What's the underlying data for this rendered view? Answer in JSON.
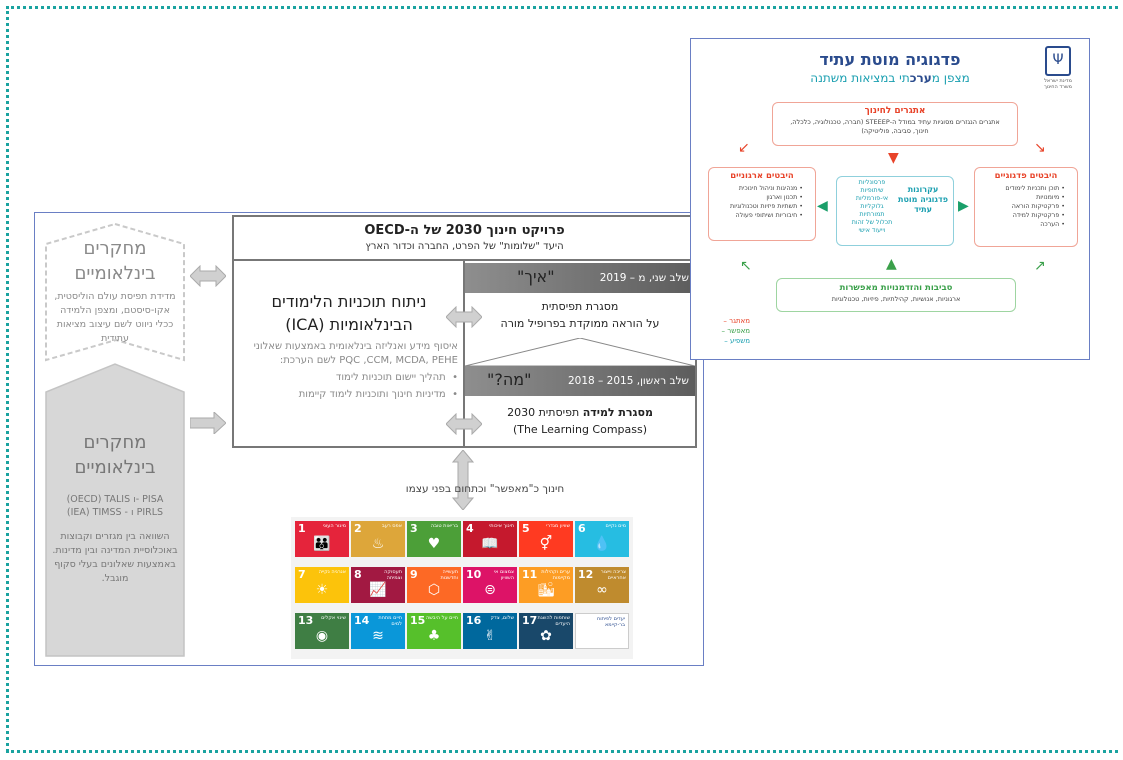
{
  "left_top_box": {
    "title": "מחקרים בינלאומיים",
    "body": "מדידת תפיסת עולם הוליסטית, אקו-סיסטם, ומצפן הלמידה ככלי ניווט לשם עיצוב מציאות עתידית"
  },
  "left_bottom_box": {
    "title": "מחקרים בינלאומיים",
    "line1": "(OECD) TALIS ו- PISA",
    "line2": "(IEA) TIMSS - ו PIRLS",
    "body": "השוואה בין מגזרים וקבוצות באוכלוסיית המדינה ובין מדינות. באמצעות שאלונים בעלי סקוף מוגבל."
  },
  "header": {
    "title": "פרויקט חינוך 2030 של ה-OECD",
    "subtitle": "היעד \"שלומות\" של הפרט, החברה וכדור הארץ"
  },
  "middle": {
    "title": "ניתוח תוכניות הלימודים הבינלאומיות (ICA)",
    "body": "איסוף מידע ואנליזה בינלאומית באמצעות שאלוני PQC ,CCM, MCDA, PEHE לשם הערכת:",
    "bullets": [
      "תהליך יישום תוכניות לימוד",
      "מדיניות חינוך ותוכניות לימוד קיימות"
    ]
  },
  "stage2": {
    "label": "שלב שני, מ – 2019",
    "tag": "\"איך\"",
    "line1": "מסגרת תפיסתית",
    "line2": "על הוראה ממוקדת בפרופיל מורה"
  },
  "stage1": {
    "label": "שלב ראשון, 2015 – 2018",
    "tag": "\"מה?\"",
    "line1_bold": "מסגרת למידה",
    "line1_rest": "תפיסתית 2030",
    "line2": "(The Learning Compass)"
  },
  "enabler": {
    "text": "חינוך כ\"מאפשר\" וכתחום בפני עצמו"
  },
  "sdgs": [
    {
      "n": "1",
      "t": "מיגור העוני",
      "icon": "👪",
      "color": "#e5243b"
    },
    {
      "n": "2",
      "t": "אפס רעב",
      "icon": "♨",
      "color": "#dda63a"
    },
    {
      "n": "3",
      "t": "בריאות טובה",
      "icon": "♥",
      "color": "#4c9f38"
    },
    {
      "n": "4",
      "t": "חינוך איכותי",
      "icon": "📖",
      "color": "#c5192d"
    },
    {
      "n": "5",
      "t": "שוויון מגדרי",
      "icon": "⚥",
      "color": "#ff3a21"
    },
    {
      "n": "6",
      "t": "מים נקיים",
      "icon": "💧",
      "color": "#26bde2"
    },
    {
      "n": "7",
      "t": "אנרגיה נקייה",
      "icon": "☀",
      "color": "#fcc30b"
    },
    {
      "n": "8",
      "t": "תעסוקה וצמיחה",
      "icon": "📈",
      "color": "#a21942"
    },
    {
      "n": "9",
      "t": "תעשייה וחדשנות",
      "icon": "⬡",
      "color": "#fd6925"
    },
    {
      "n": "10",
      "t": "צמצום אי השוויון",
      "icon": "⊜",
      "color": "#dd1367"
    },
    {
      "n": "11",
      "t": "ערים וקהילות מקיימות",
      "icon": "🏙",
      "color": "#fd9d24"
    },
    {
      "n": "12",
      "t": "צריכה וייצור אחראיים",
      "icon": "∞",
      "color": "#bf8b2e"
    },
    {
      "n": "13",
      "t": "שינוי אקלים",
      "icon": "◉",
      "color": "#3f7e44"
    },
    {
      "n": "14",
      "t": "חיים מתחת למים",
      "icon": "≋",
      "color": "#0a97d9"
    },
    {
      "n": "15",
      "t": "חיים על היבשה",
      "icon": "♣",
      "color": "#56c02b"
    },
    {
      "n": "16",
      "t": "שלום, צדק",
      "icon": "✌",
      "color": "#00689d"
    },
    {
      "n": "17",
      "t": "שותפות להשגת היעדים",
      "icon": "✿",
      "color": "#19486a"
    },
    {
      "n": "",
      "t": "יעדים לפיתוח בר-קיימא",
      "icon": "",
      "color": "#ffffff"
    }
  ],
  "poster": {
    "title": "פדגוגיה מוטת עתיד",
    "subtitle_pre": "מצפן מ",
    "subtitle_bold": "ערכ",
    "subtitle_post": "תי במציאות משתנה",
    "emblem_caption": "מדינת ישראל משרד החינוך",
    "challenges_title": "אתגרים לחינוך",
    "challenges_body": "אתגרים הנגזרים מסוגיות עתיד במודל ה-STEEEP (חברה, טכנולוגיה, כלכלה, חינוך, סביבה, פוליטיקה)",
    "left_title": "היבטים ארגוניים",
    "left_items": [
      "מנהיגות וניהול חינוכית",
      "תכנון וארגון",
      "תשתיות פיזיות וטכנולוגיות",
      "חיבוריות ושיתופי פעולה"
    ],
    "right_title": "היבטים פדגוגיים",
    "right_items": [
      "תוכן ותכניות לימודים",
      "מיומנויות",
      "פרקטיקות הוראה",
      "פרקטיקות למידה",
      "הערכה"
    ],
    "center_title": "עקרונות פדגוגיה מוטת עתיד",
    "center_items": [
      "פרסונליות",
      "שיתופיות",
      "אי-פורמליות",
      "גלוקליות",
      "תמורתיות",
      "תכלול של זהות",
      "וייעוד אישי"
    ],
    "bottom_title": "סביבות והזדמנויות מאפשרות",
    "bottom_body": "ארגוניות, אנושיות, קהילתיות, פיזיות, טכנולוגיות",
    "legend": [
      {
        "label": "מאתגר",
        "color": "#e8442a"
      },
      {
        "label": "מאפשר",
        "color": "#3aa04a"
      },
      {
        "label": "משפיע",
        "color": "#1a9fb0"
      }
    ]
  }
}
